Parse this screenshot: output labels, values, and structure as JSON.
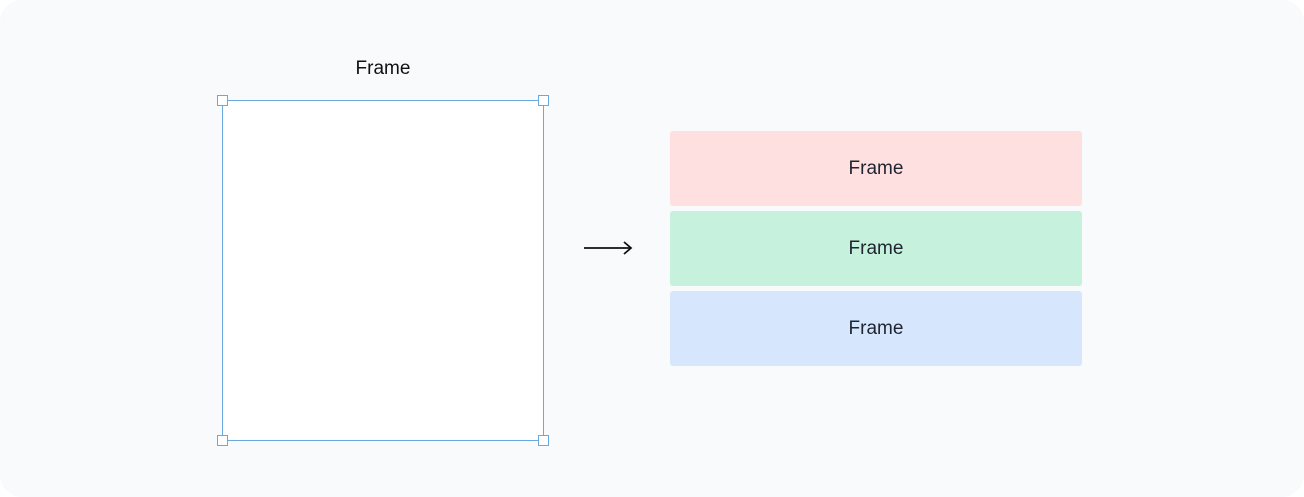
{
  "source_frame": {
    "label": "Frame",
    "border_color": "#6aa8de"
  },
  "arrow_icon": "long-right-arrow",
  "result_frames": [
    {
      "label": "Frame",
      "color": "#ffe0e1"
    },
    {
      "label": "Frame",
      "color": "#c6f1dd"
    },
    {
      "label": "Frame",
      "color": "#d6e6fd"
    }
  ]
}
